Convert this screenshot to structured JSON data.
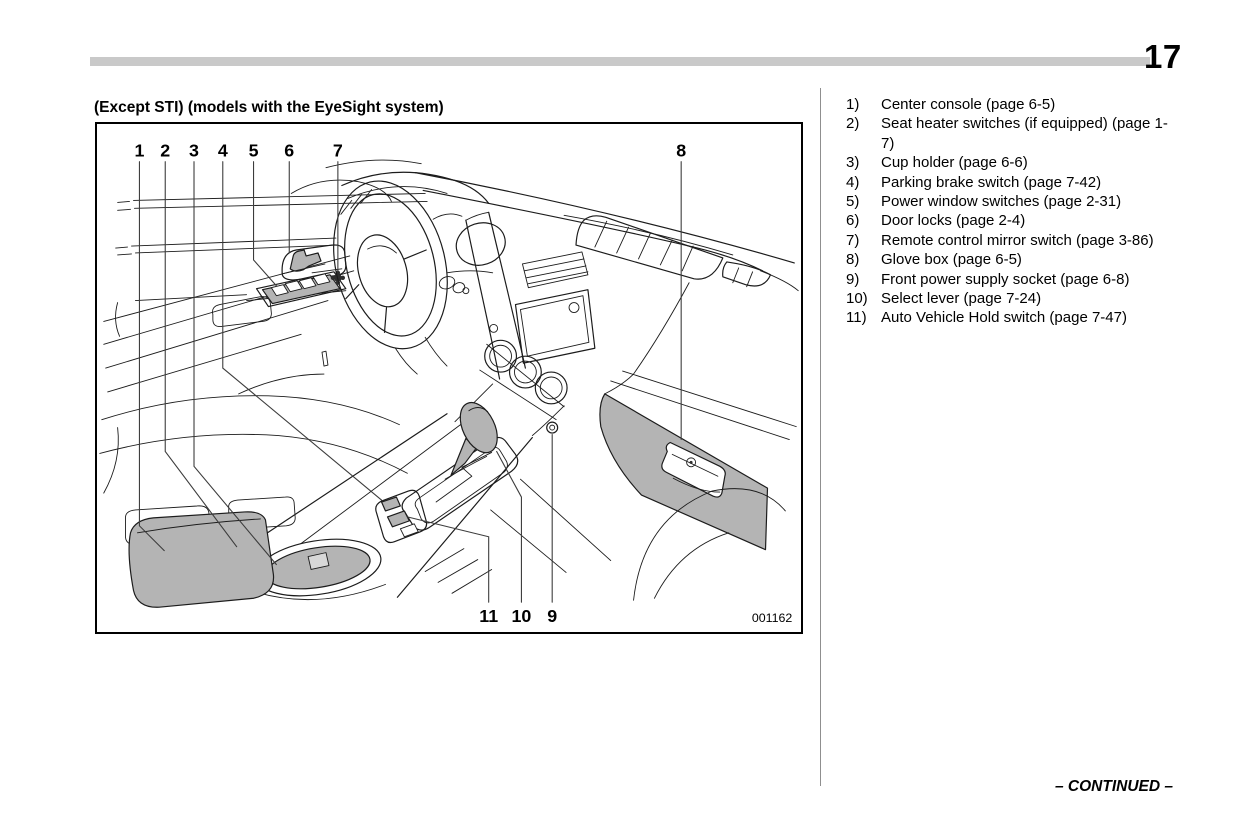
{
  "page": {
    "number": "17",
    "continued": "– CONTINUED –"
  },
  "heading": "(Except STI) (models with the EyeSight system)",
  "figure": {
    "code": "001162",
    "callouts": {
      "c1": "1",
      "c2": "2",
      "c3": "3",
      "c4": "4",
      "c5": "5",
      "c6": "6",
      "c7": "7",
      "c8": "8",
      "c9": "9",
      "c10": "10",
      "c11": "11"
    }
  },
  "legend": {
    "items": [
      {
        "num": "1)",
        "text": "Center console (page 6-5)"
      },
      {
        "num": "2)",
        "text": "Seat heater switches (if equipped) (page 1-7)"
      },
      {
        "num": "3)",
        "text": "Cup holder (page 6-6)"
      },
      {
        "num": "4)",
        "text": "Parking brake switch (page 7-42)"
      },
      {
        "num": "5)",
        "text": "Power window switches (page 2-31)"
      },
      {
        "num": "6)",
        "text": "Door locks (page 2-4)"
      },
      {
        "num": "7)",
        "text": "Remote control mirror switch (page 3-86)"
      },
      {
        "num": "8)",
        "text": "Glove box (page 6-5)"
      },
      {
        "num": "9)",
        "text": "Front power supply socket (page 6-8)"
      },
      {
        "num": "10)",
        "text": "Select lever (page 7-24)"
      },
      {
        "num": "11)",
        "text": "Auto Vehicle Hold switch (page 7-47)"
      }
    ]
  },
  "colors": {
    "component_shade": "#b4b4b4",
    "header_rule": "#c9c9c9"
  }
}
